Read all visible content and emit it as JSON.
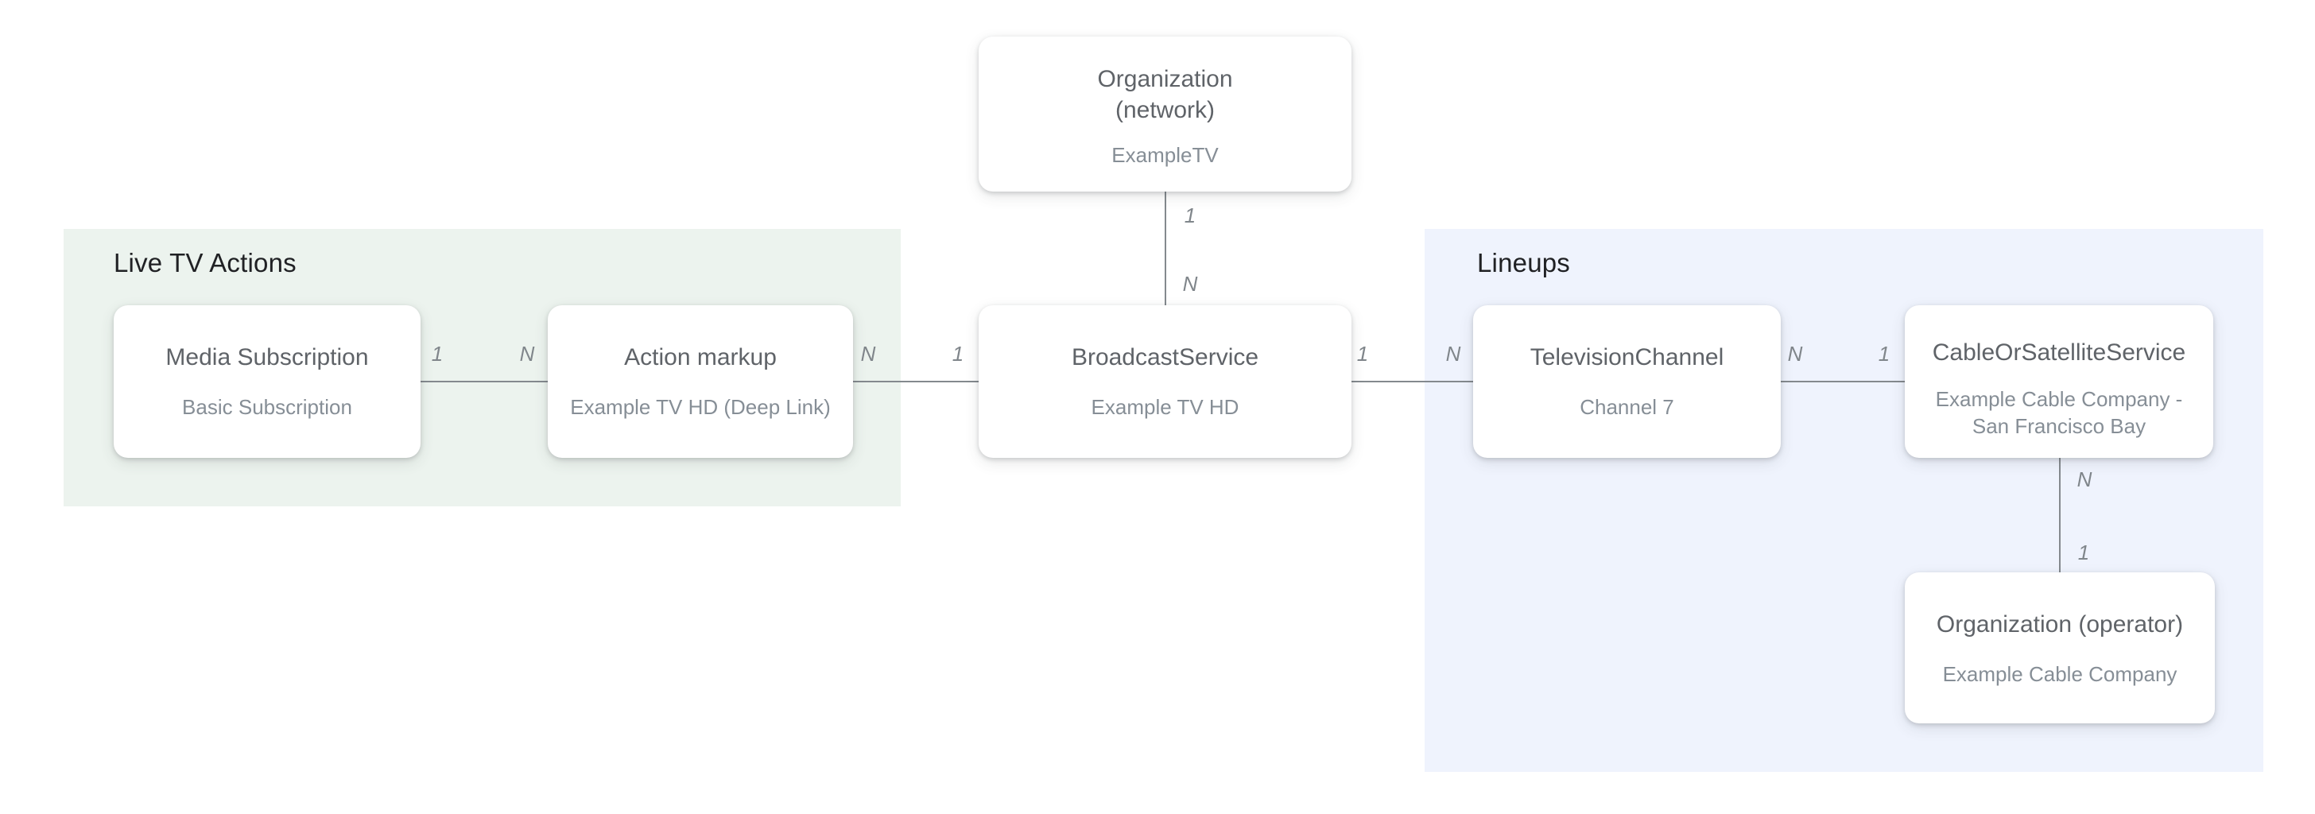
{
  "colors": {
    "live_tv_region_bg": "#ECF3EE",
    "lineups_region_bg": "#EFF3FD",
    "node_bg": "#FFFFFF",
    "node_title": "#5F6368",
    "node_subtitle": "#868E96",
    "connector_line": "#84898E",
    "cardinality_label": "#80868B",
    "region_title": "#202124"
  },
  "diagram": {
    "regions": [
      {
        "id": "live-tv-actions",
        "label": "Live TV Actions"
      },
      {
        "id": "lineups",
        "label": "Lineups"
      }
    ],
    "nodes": [
      {
        "id": "org-network",
        "title": "Organization\n(network)",
        "subtitle": "ExampleTV"
      },
      {
        "id": "media-subscription",
        "title": "Media Subscription",
        "subtitle": "Basic Subscription"
      },
      {
        "id": "action-markup",
        "title": "Action markup",
        "subtitle": "Example TV HD (Deep Link)"
      },
      {
        "id": "broadcast-service",
        "title": "BroadcastService",
        "subtitle": "Example TV HD"
      },
      {
        "id": "television-channel",
        "title": "TelevisionChannel",
        "subtitle": "Channel 7"
      },
      {
        "id": "cable-or-satellite-service",
        "title": "CableOrSatelliteService",
        "subtitle": "Example Cable Company -\nSan Francisco Bay"
      },
      {
        "id": "org-operator",
        "title": "Organization (operator)",
        "subtitle": "Example Cable Company"
      }
    ],
    "edges": {
      "network_to_broadcast": {
        "near": "1",
        "far": "N"
      },
      "media_to_action": {
        "near": "1",
        "far": "N"
      },
      "action_to_broadcast": {
        "near": "N",
        "far": "1"
      },
      "broadcast_to_television": {
        "near": "1",
        "far": "N"
      },
      "television_to_cable": {
        "near": "N",
        "far": "1"
      },
      "cable_to_operator": {
        "near": "N",
        "far": "1"
      }
    }
  }
}
